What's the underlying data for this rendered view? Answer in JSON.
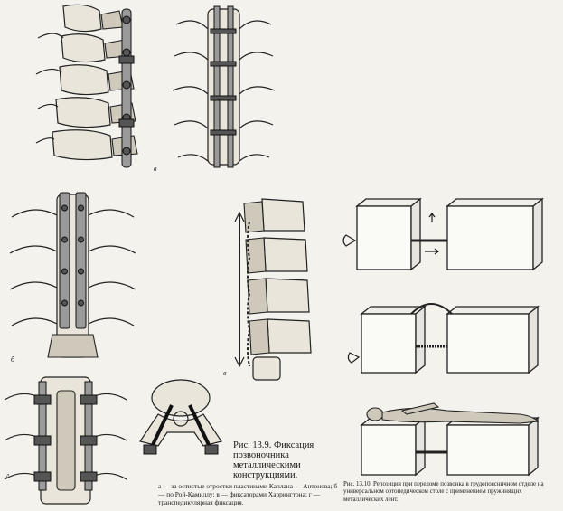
{
  "figure_13_9": {
    "title": "Рис. 13.9. Фиксация позвоночника металлическими конструкциями.",
    "description": "а — за остистые отростки пластинами Каплана — Антонова; б — по Рой-Камиллу; в — фиксаторами Харрингтона; г — транспедикулярная фиксация.",
    "panel_labels": {
      "b": "б",
      "v1": "в",
      "v2": "в",
      "g": "г"
    }
  },
  "figure_13_10": {
    "caption": "Рис. 13.10. Репозиция при переломе позвонка в грудопоясничном отделе на универсальном ортопедическом столе с применением пружинящих металлических лент."
  }
}
